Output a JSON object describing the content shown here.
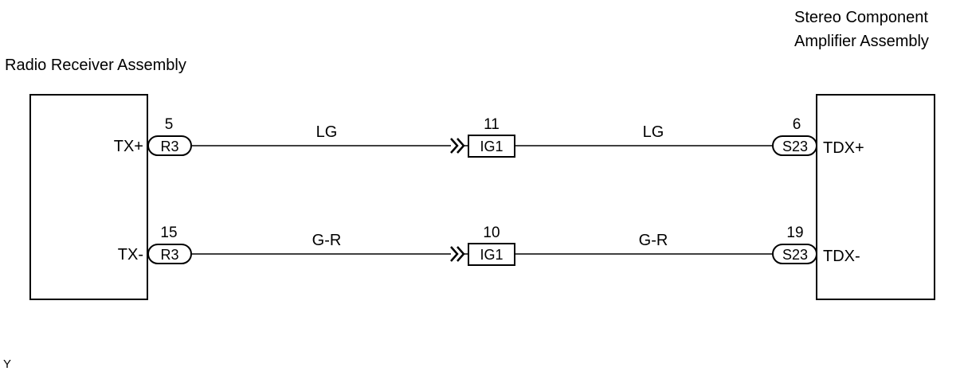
{
  "components": {
    "left": {
      "title": "Radio Receiver Assembly"
    },
    "right": {
      "title_line1": "Stereo Component",
      "title_line2": "Amplifier Assembly"
    }
  },
  "wires": [
    {
      "left_terminal": "TX+",
      "left_pin": "5",
      "left_connector": "R3",
      "wire_color_left": "LG",
      "junction_pin": "11",
      "junction_connector": "IG1",
      "wire_color_right": "LG",
      "right_pin": "6",
      "right_connector": "S23",
      "right_terminal": "TDX+"
    },
    {
      "left_terminal": "TX-",
      "left_pin": "15",
      "left_connector": "R3",
      "wire_color_left": "G-R",
      "junction_pin": "10",
      "junction_connector": "IG1",
      "wire_color_right": "G-R",
      "right_pin": "19",
      "right_connector": "S23",
      "right_terminal": "TDX-"
    }
  ],
  "footer": {
    "code": "Y"
  }
}
